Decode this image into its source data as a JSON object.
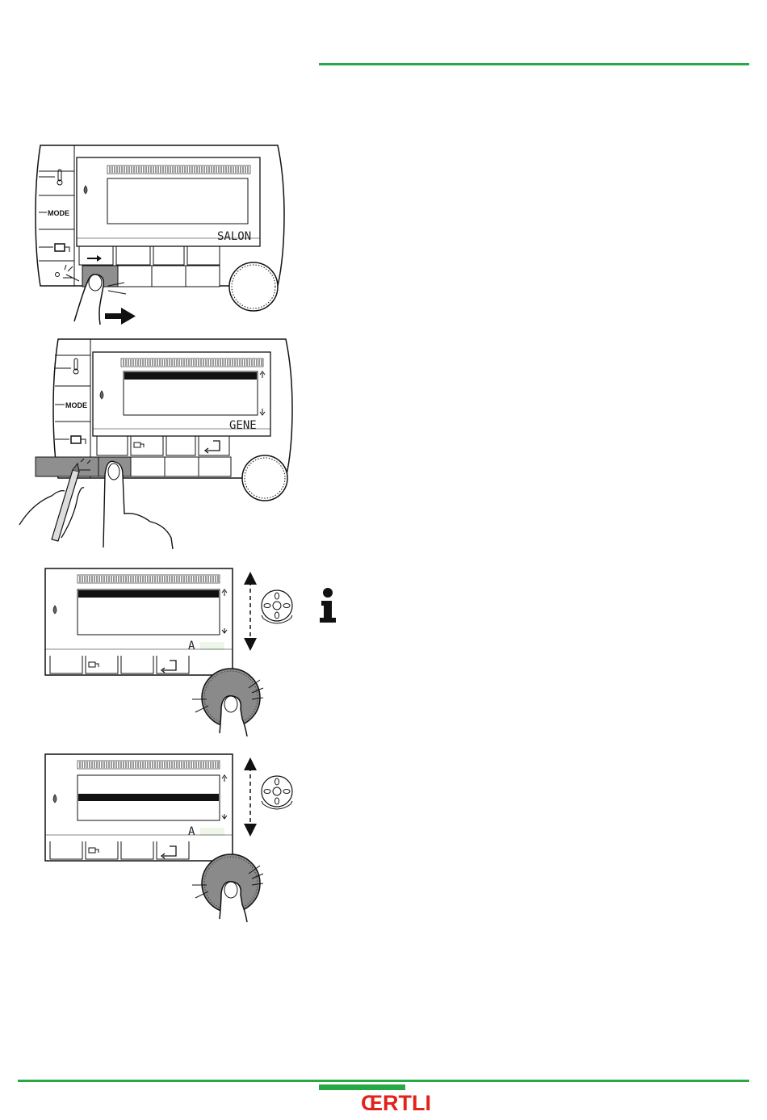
{
  "colors": {
    "brand_green": "#27a844",
    "logo_red": "#e2231a",
    "button_gray": "#8f8f8f",
    "knob_gray": "#8a8a8a",
    "lcd_segment": "#666666"
  },
  "brand": {
    "logo_text": "ŒRTLI"
  },
  "figures": [
    {
      "side_labels": [
        "MODE"
      ],
      "screen_text": "SALON",
      "icons": [
        "thermometer-icon",
        "flame-icon",
        "hot-water-icon",
        "manual-mode-icon",
        "arrow-right-icon",
        "finger-icon"
      ]
    },
    {
      "side_labels": [
        "MODE"
      ],
      "screen_text": "GENE",
      "icons": [
        "thermometer-icon",
        "flame-icon",
        "hot-water-icon",
        "manual-mode-icon",
        "return-icon",
        "pen-icon",
        "finger-icon"
      ]
    },
    {
      "screen_text": "A",
      "icons": [
        "flame-icon",
        "hot-water-icon",
        "return-icon",
        "rotary-knob-icon",
        "finger-icon",
        "double-arrow-icon"
      ]
    },
    {
      "screen_text": "A",
      "icons": [
        "flame-icon",
        "hot-water-icon",
        "return-icon",
        "rotary-knob-icon",
        "finger-icon",
        "double-arrow-icon"
      ]
    }
  ],
  "info_icon": "info-icon"
}
